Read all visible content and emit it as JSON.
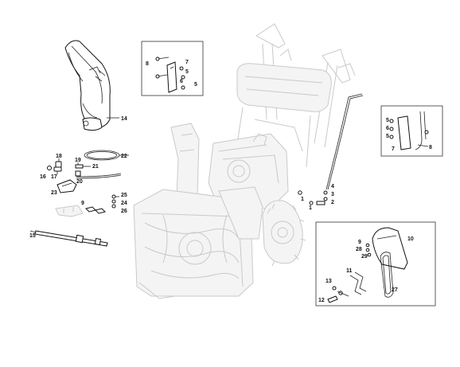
{
  "diagram": {
    "callouts": {
      "c1a": "1",
      "c1b": "1",
      "c2": "2",
      "c3": "3",
      "c4": "4",
      "c5a": "5",
      "c5b": "5",
      "c5c": "5",
      "c5d": "5",
      "c6a": "6",
      "c6b": "6",
      "c7a": "7",
      "c7b": "7",
      "c8a": "8",
      "c8b": "8",
      "c9a": "9",
      "c9b": "9",
      "c10": "10",
      "c11": "11",
      "c12": "12",
      "c13": "13",
      "c14": "14",
      "c15": "15",
      "c16": "16",
      "c17": "17",
      "c18": "18",
      "c19": "19",
      "c20": "20",
      "c21": "21",
      "c22": "22",
      "c23": "23",
      "c24": "24",
      "c25": "25",
      "c26": "26",
      "c27": "27",
      "c28": "28",
      "c29": "29"
    }
  }
}
